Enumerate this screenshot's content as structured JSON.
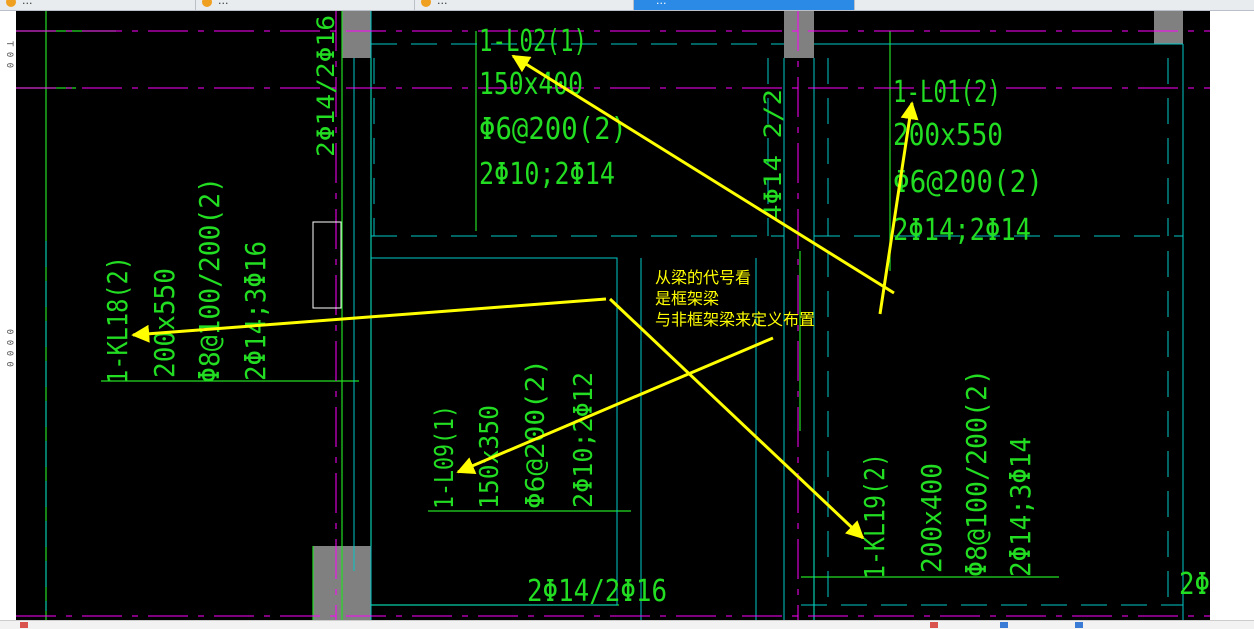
{
  "browser": {
    "tabs": [
      {
        "label": "...",
        "active": false
      },
      {
        "label": "...",
        "active": false
      },
      {
        "label": "...",
        "active": false
      },
      {
        "label": "...",
        "active": true
      }
    ]
  },
  "ruler": {
    "marks_top": "T 0 0",
    "marks_mid": "0 0 0 0"
  },
  "annotation": {
    "line1": "从梁的代号看",
    "line2": "是框架梁",
    "line3": "与非框架梁来定义布置",
    "color": "#ffff00"
  },
  "beams": {
    "L02": {
      "name": "1-L02(1)",
      "size": "150x400",
      "stirrup": "Φ6@200(2)",
      "rebar": "2Φ10;2Φ14"
    },
    "L01": {
      "name": "1-L01(2)",
      "size": "200x550",
      "stirrup": "Φ6@200(2)",
      "rebar": "2Φ14;2Φ14"
    },
    "KL18": {
      "name": "1-KL18(2)",
      "size": "200x550",
      "stirrup": "Φ8@100/200(2)",
      "rebar": "2Φ14;3Φ16"
    },
    "L09": {
      "name": "1-L09(1)",
      "size": "150x350",
      "stirrup": "Φ6@200(2)",
      "rebar": "2Φ10;2Φ12"
    },
    "KL19": {
      "name": "1-KL19(2)",
      "size": "200x400",
      "stirrup": "Φ8@100/200(2)",
      "rebar": "2Φ14;3Φ14"
    }
  },
  "rebar_labels": {
    "vertical_left": "2Φ14/2Φ16",
    "vertical_mid": "4Φ14 2/2",
    "bottom": "2Φ14/2Φ16",
    "right_edge": "2Φ"
  },
  "colors": {
    "background": "#000000",
    "text": "#22dd22",
    "cyan_lines": "#00c8c8",
    "magenta_lines": "#ff00ff",
    "gray_blocks": "#808080"
  }
}
